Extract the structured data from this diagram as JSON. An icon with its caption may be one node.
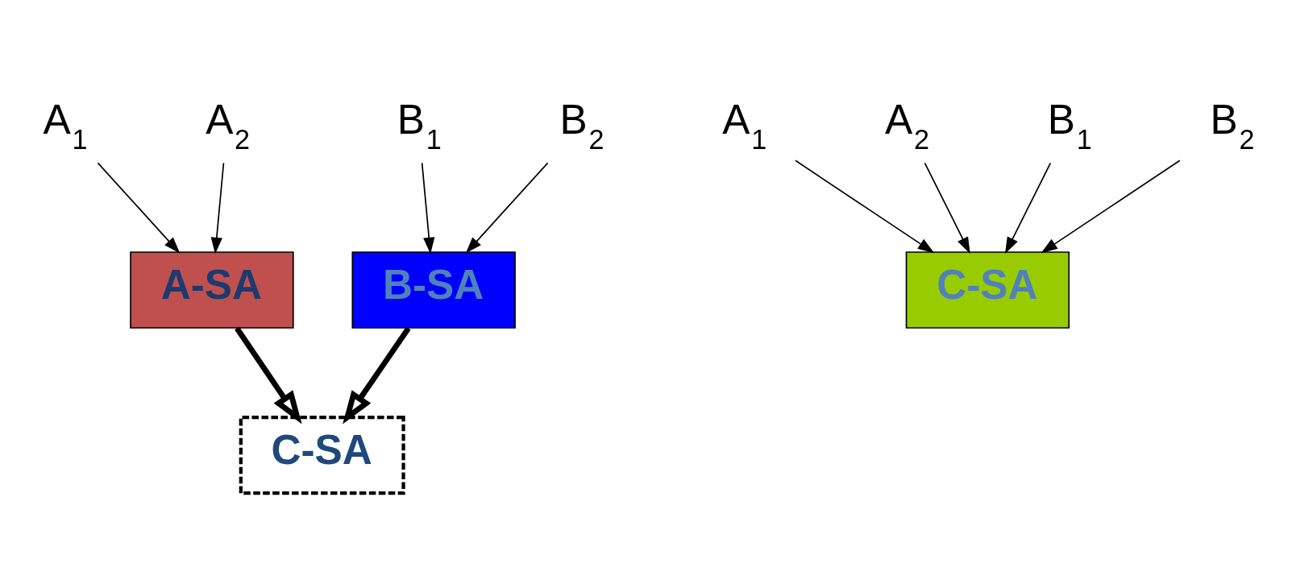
{
  "diagram": {
    "nodes": [
      {
        "text": [
          "A$_{1}$"
        ]
      },
      {
        "text": [
          "A$_{2}$"
        ]
      },
      {
        "text": [
          "B$_{1}$"
        ]
      },
      {
        "text": [
          "B$_{2}$"
        ]
      },
      {
        "text": [
          "A-SA"
        ]
      },
      {
        "text": [
          "B-SA"
        ]
      },
      {
        "text": [
          "C-SA"
        ]
      },
      {
        "text": [
          "A$_{1}$"
        ]
      },
      {
        "text": [
          "A$_{2}$"
        ]
      },
      {
        "text": [
          "B$_{1}$"
        ]
      },
      {
        "text": [
          "B$_{2}$"
        ]
      },
      {
        "text": [
          "C-SA"
        ]
      }
    ],
    "edges": [
      {
        "from": 0,
        "to": 4,
        "arrow": "to"
      },
      {
        "from": 1,
        "to": 4,
        "arrow": "to"
      },
      {
        "from": 2,
        "to": 5,
        "arrow": "to"
      },
      {
        "from": 3,
        "to": 5,
        "arrow": "to"
      },
      {
        "from": 4,
        "to": 6,
        "arrow": "to",
        "style": "thick"
      },
      {
        "from": 5,
        "to": 6,
        "arrow": "to",
        "style": "thick"
      },
      {
        "from": 7,
        "to": 11,
        "arrow": "to"
      },
      {
        "from": 8,
        "to": 11,
        "arrow": "to"
      },
      {
        "from": 9,
        "to": 11,
        "arrow": "to"
      },
      {
        "from": 10,
        "to": 11,
        "arrow": "to"
      }
    ]
  }
}
